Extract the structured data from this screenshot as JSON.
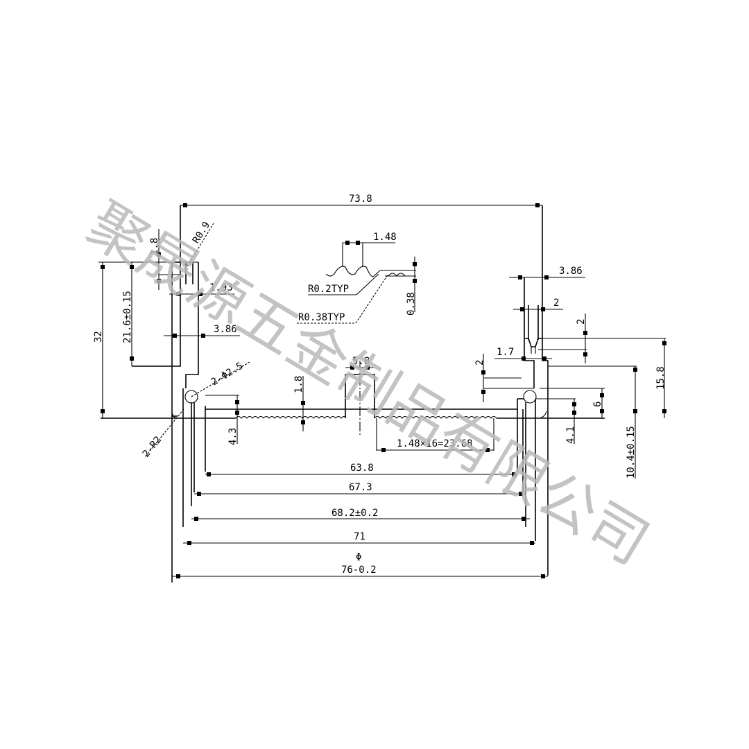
{
  "drawing": {
    "type": "aluminum enclosure extrusion profile cross-section",
    "watermark": "聚晟源五金制品有限公司",
    "dimensions": {
      "overall_width_top": "73.8",
      "tooth_pitch": "1.48",
      "tooth_radius_small": "R0.2TYP",
      "tooth_radius_large": "R0.38TYP",
      "tooth_depth": "0.38",
      "corner_radius_top": "R0.9",
      "left_tab_height": "1.8",
      "left_slot_width": "1.93",
      "left_wall_width": "3.86",
      "total_height": "32",
      "inner_height": "21.6±0.15",
      "screw_hole": "2-Φ2.5",
      "corner_radius_bottom": "2-R2",
      "center_rib_width": "5.8",
      "center_rib_height": "1.8",
      "tooth_rail_offset": "4.3",
      "tooth_run": "1.48×16=23.68",
      "right_wall_width": "3.86",
      "right_slot_width": "2",
      "right_slot_depth": "2",
      "right_step_width": "1.7",
      "right_step_height": "2",
      "right_rail_height": "6",
      "right_rail_offset": "4.1",
      "right_height_total": "15.8",
      "right_inner_height": "10.4±0.15",
      "width_inner_1": "63.8",
      "width_inner_2": "67.3",
      "width_inner_3": "68.2±0.2",
      "width_inner_4": "71",
      "width_overall_phi": "Φ",
      "width_overall": "76-0.2"
    }
  }
}
